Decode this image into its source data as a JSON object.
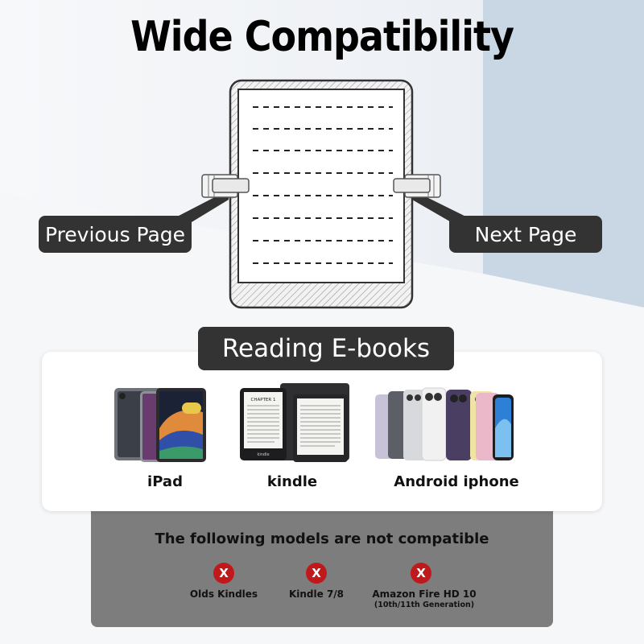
{
  "title": "Wide Compatibility",
  "reader": {
    "previous_label": "Previous Page",
    "next_label": "Next Page"
  },
  "reading_label": "Reading E-books",
  "devices": [
    {
      "label": "iPad",
      "icon": "ipad-devices-icon"
    },
    {
      "label": "kindle",
      "icon": "kindle-devices-icon"
    },
    {
      "label": "Android iphone",
      "icon": "phones-devices-icon"
    }
  ],
  "kindle_screen_heading": "CHAPTER 1",
  "kindle_brand": "kindle",
  "incompatible": {
    "title": "The following models are not compatible",
    "badge_glyph": "X",
    "items": [
      {
        "label": "Olds Kindles",
        "sub": ""
      },
      {
        "label": "Kindle 7/8",
        "sub": ""
      },
      {
        "label": "Amazon Fire HD 10",
        "sub": "(10th/11th Generation)"
      }
    ]
  },
  "colors": {
    "pill": "#333333",
    "x_badge": "#c0191c",
    "gray_panel": "#7d7d7d",
    "bg_blue": "#c9d6e4"
  }
}
